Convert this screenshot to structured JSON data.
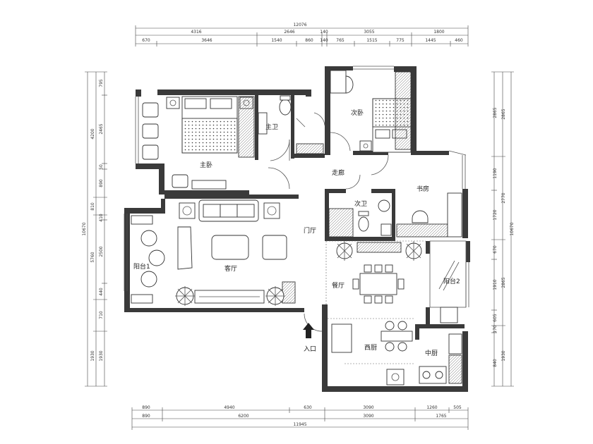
{
  "rooms": {
    "master_bedroom": "主卧",
    "master_bath": "主卫",
    "second_bedroom": "次卧",
    "corridor": "走廊",
    "study": "书房",
    "second_bath": "次卫",
    "foyer": "门厅",
    "living_room": "客厅",
    "balcony1": "阳台1",
    "dining_room": "餐厅",
    "balcony2": "阳台2",
    "western_kitchen": "西厨",
    "chinese_kitchen": "中厨",
    "entrance": "入口"
  },
  "dims": {
    "top_total": "12076",
    "top_row2": [
      "4316",
      "2646",
      "140",
      "3055",
      "1800"
    ],
    "top_row3": [
      "670",
      "3646",
      "1540",
      "860",
      "140",
      "765",
      "1515",
      "775",
      "1445",
      "460"
    ],
    "bottom_row1": [
      "890",
      "4940",
      "630",
      "3090",
      "1260",
      "505"
    ],
    "bottom_row2": [
      "890",
      "6200",
      "3090",
      "1765"
    ],
    "bottom_total": "11945",
    "left_total": "10670",
    "left_outer": [
      "4200",
      "810",
      "5760",
      "1930"
    ],
    "left_inner": [
      "795",
      "2465",
      "50",
      "890",
      "410",
      "2500",
      "440",
      "710",
      "1930"
    ],
    "right_total": "10670",
    "right_outer": [
      "2865",
      "2770",
      "2865",
      "1930"
    ],
    "right_inner": [
      "2865",
      "1190",
      "1720",
      "670",
      "1910",
      "605",
      "170",
      "840"
    ]
  }
}
